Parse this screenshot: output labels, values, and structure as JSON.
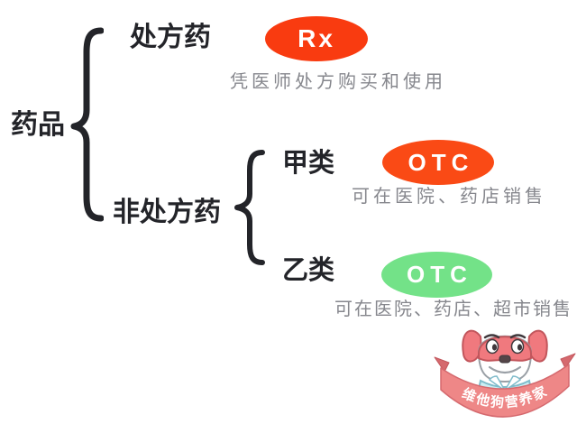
{
  "diagram": {
    "root_label": "药品",
    "prescription": {
      "label": "处方药",
      "badge_text": "Rx",
      "badge_color": "#f93b10",
      "badge_text_color": "#ffffff",
      "note": "凭医师处方购买和使用"
    },
    "otc": {
      "label": "非处方药",
      "class_a": {
        "label": "甲类",
        "badge_text": "OTC",
        "badge_color": "#fa4a15",
        "badge_text_color": "#ffffff",
        "note": "可在医院、药店销售"
      },
      "class_b": {
        "label": "乙类",
        "badge_text": "OTC",
        "badge_color": "#73e288",
        "badge_text_color": "#ffffff",
        "note": "可在医院、药店、超市销售"
      }
    },
    "colors": {
      "label_text": "#232429",
      "note_text": "#86878d",
      "brace": "#232429",
      "background": "#ffffff"
    }
  },
  "mascot": {
    "ribbon_text": "维他狗营养家",
    "ribbon_color": "#ee8787",
    "dog_color": "#f0797e",
    "shirt_color": "#cbeff4"
  }
}
